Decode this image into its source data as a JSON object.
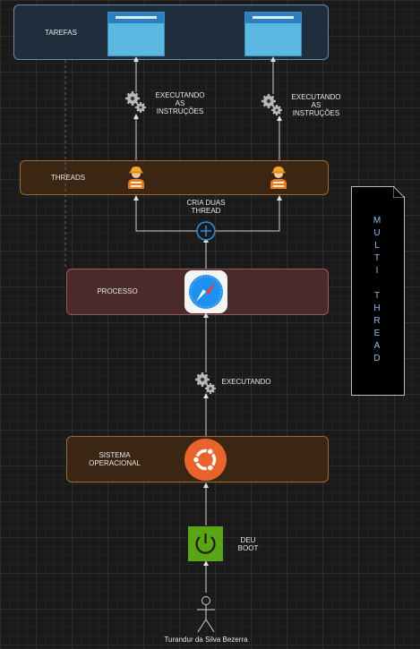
{
  "tarefas": {
    "label": "TAREFAS"
  },
  "exec_left": {
    "label": "EXECUTANDO\nAS\nINSTRUÇÕES"
  },
  "exec_right": {
    "label": "EXECUTANDO\nAS\nINSTRUÇÕES"
  },
  "threads": {
    "label": "THREADS"
  },
  "cria": {
    "label": "CRIA DUAS\nTHREAD"
  },
  "processo": {
    "label": "PROCESSO"
  },
  "executando": {
    "label": "EXECUTANDO"
  },
  "sistema": {
    "label": "SISTEMA\nOPERACIONAL"
  },
  "boot": {
    "label": "DEU\nBOOT"
  },
  "actor": {
    "label": "Turandur da Silva Bezerra"
  },
  "multi": {
    "label": "M\nU\nL\nT\nI\n\nT\nH\nR\nE\nA\nD"
  },
  "colors": {
    "tarefas_fill": "#1f2d3d",
    "threads_fill": "#3b2614",
    "processo_fill": "#4a2a2a",
    "sistema_fill": "#3b2614",
    "power_green": "#5aa516",
    "ubuntu_orange": "#e9632d"
  }
}
